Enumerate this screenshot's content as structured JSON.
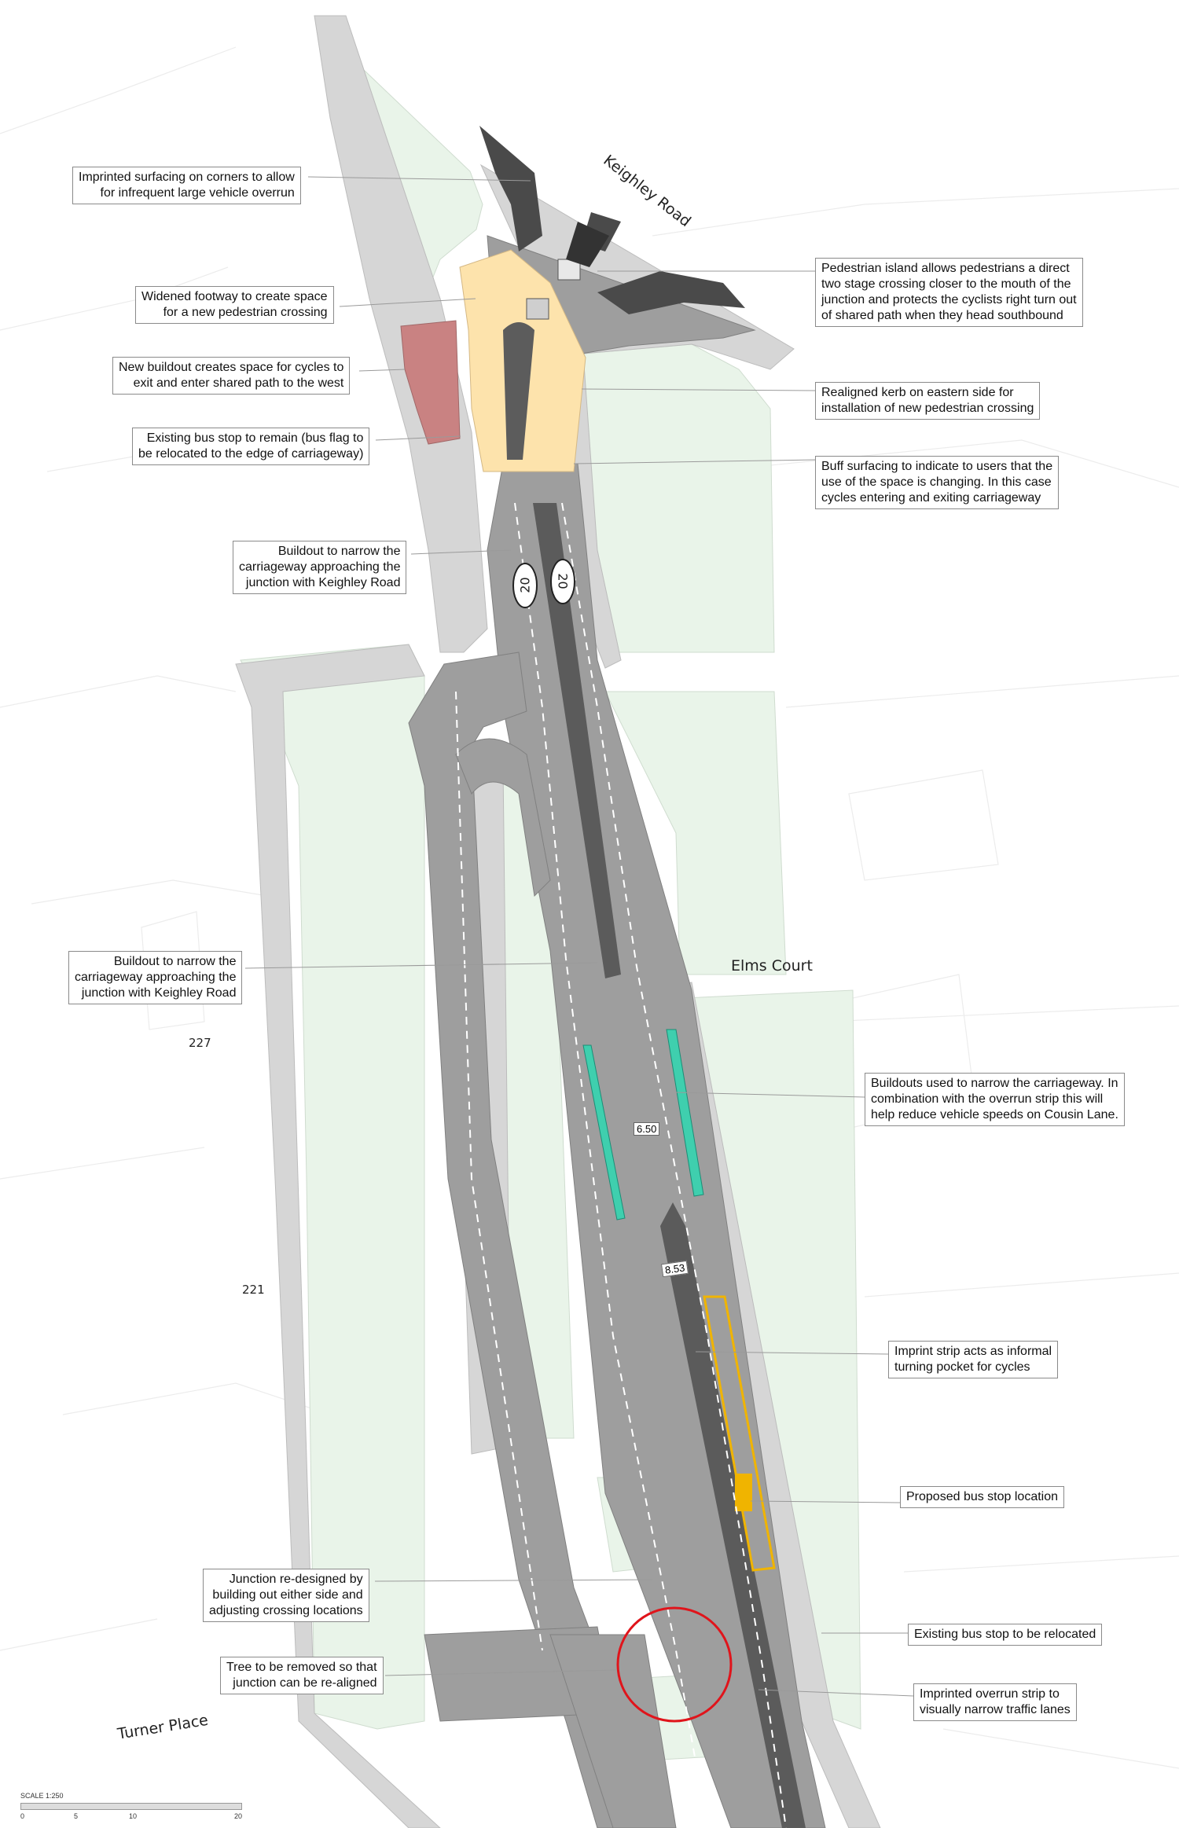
{
  "streets": {
    "keighley_road": "Keighley Road",
    "elms_court": "Elms Court",
    "turner_place": "Turner Place"
  },
  "plot_numbers": {
    "p227": "227",
    "p221": "221"
  },
  "road_markings": {
    "speed_1": "20",
    "speed_2": "20"
  },
  "dimensions": {
    "width_1": "6.50",
    "width_2": "8.53"
  },
  "annotations": {
    "imprinted_corners": "Imprinted surfacing on corners to allow\nfor infrequent large vehicle overrun",
    "widened_footway": "Widened footway to create space\nfor a new pedestrian crossing",
    "new_buildout": "New buildout creates space for cycles to\nexit and enter shared path to the west",
    "existing_bus_stop_remain": "Existing bus stop to remain (bus flag to\nbe relocated to the edge of carriageway)",
    "buildout_keighley_1": "Buildout to narrow the\ncarriageway approaching the\njunction with Keighley Road",
    "buildout_keighley_2": "Buildout to narrow the\ncarriageway approaching the\njunction with Keighley Road",
    "junction_redesigned": "Junction re-designed by\nbuilding out either side and\nadjusting crossing locations",
    "tree_removed": "Tree to be removed so that\njunction can be re-aligned",
    "pedestrian_island": "Pedestrian island allows pedestrians a direct\ntwo stage crossing closer to the mouth of the\njunction and protects the cyclists right turn out\nof shared path when they head southbound",
    "realigned_kerb": "Realigned kerb on eastern side for\ninstallation of new pedestrian crossing",
    "buff_surfacing": "Buff surfacing to indicate to users that the\nuse of the space is changing. In this case\ncycles entering and exiting carriageway",
    "buildouts_cousin": "Buildouts used to narrow the carriageway. In\ncombination with the overrun strip this will\nhelp reduce vehicle speeds on Cousin Lane.",
    "imprint_strip": "Imprint strip acts as informal\nturning pocket for cycles",
    "proposed_bus_stop": "Proposed bus stop location",
    "existing_bus_stop_relocated": "Existing bus stop to be relocated",
    "overrun_strip": "Imprinted overrun strip to\nvisually narrow traffic lanes"
  },
  "scale": {
    "title": "SCALE 1:250",
    "t0": "0",
    "t5": "5",
    "t10": "10",
    "t20": "20"
  },
  "colors": {
    "carriageway": "#9e9e9e",
    "footway": "#d6d6d6",
    "green": "#e9f4e9",
    "buff": "#fde3ac",
    "buildout_red": "#c98282",
    "overrun": "#5b5b5b",
    "buildout_teal": "#3fcfae",
    "bus_box": "#f0b400",
    "circle": "#e0141b"
  }
}
